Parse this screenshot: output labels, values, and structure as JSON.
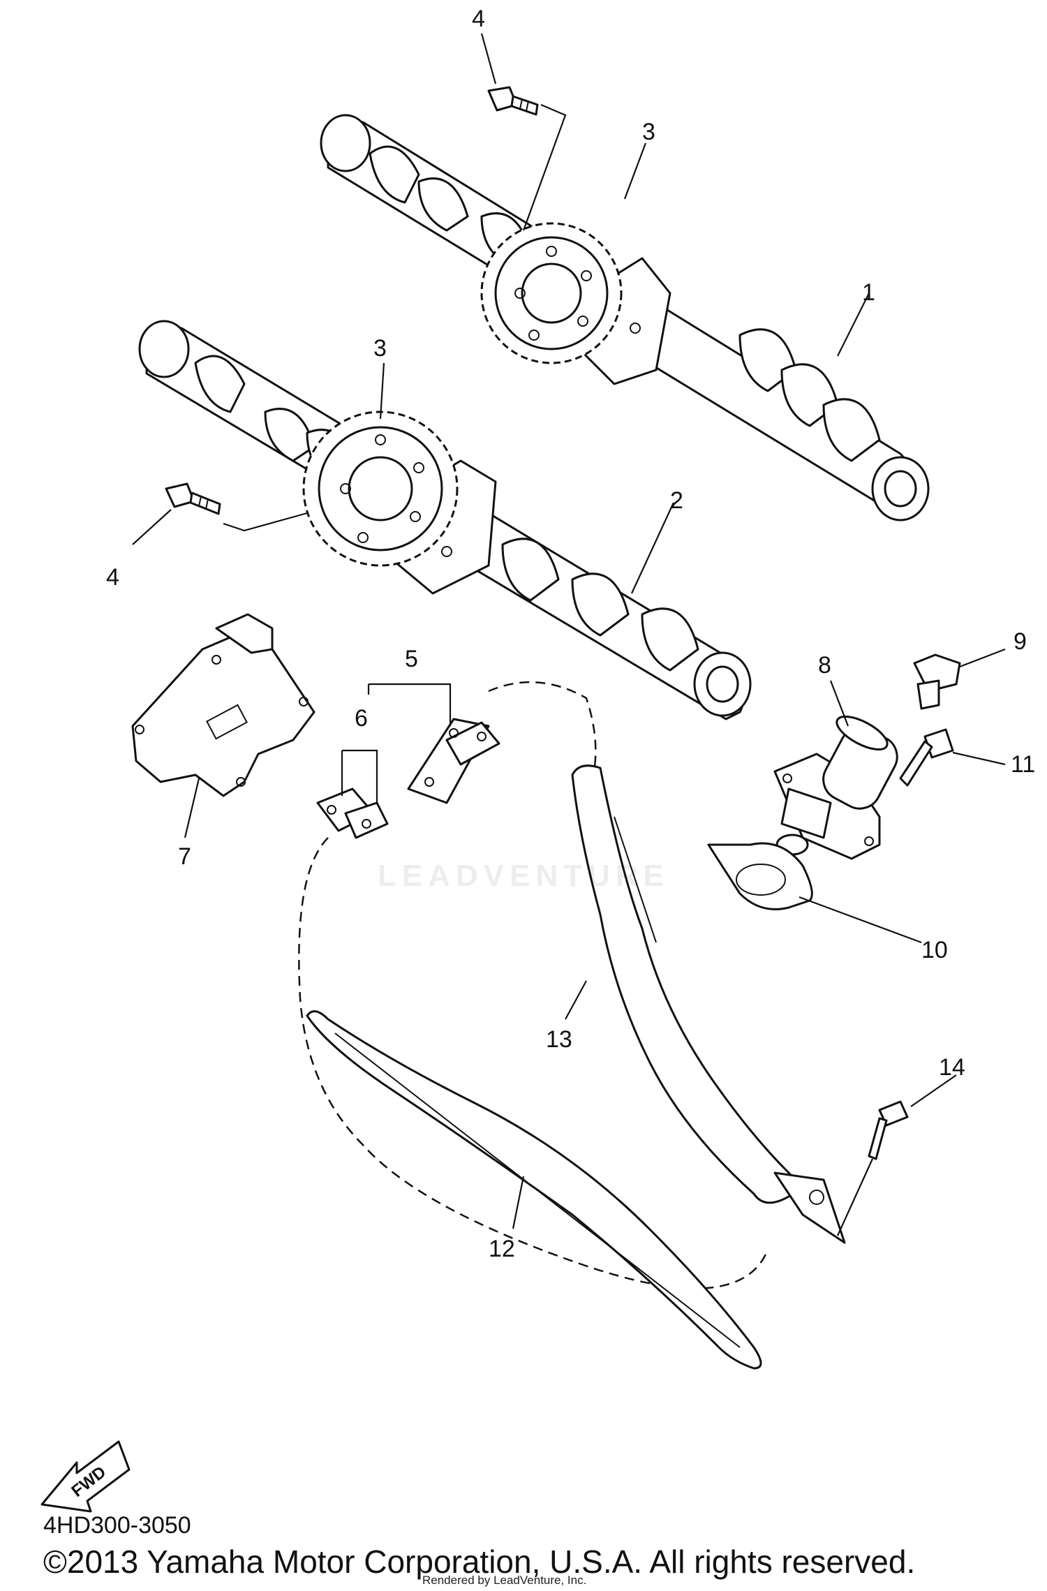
{
  "diagram": {
    "callouts": [
      "4",
      "3",
      "1",
      "3",
      "2",
      "4",
      "5",
      "6",
      "7",
      "8",
      "9",
      "11",
      "10",
      "13",
      "14",
      "12"
    ],
    "fwd_label": "FWD",
    "watermark": "LEADVENTURE"
  },
  "footer": {
    "part_code": "4HD300-3050",
    "copyright": "©2013 Yamaha Motor Corporation, U.S.A. All rights reserved.",
    "rendered_by": "Rendered by LeadVenture, Inc."
  }
}
